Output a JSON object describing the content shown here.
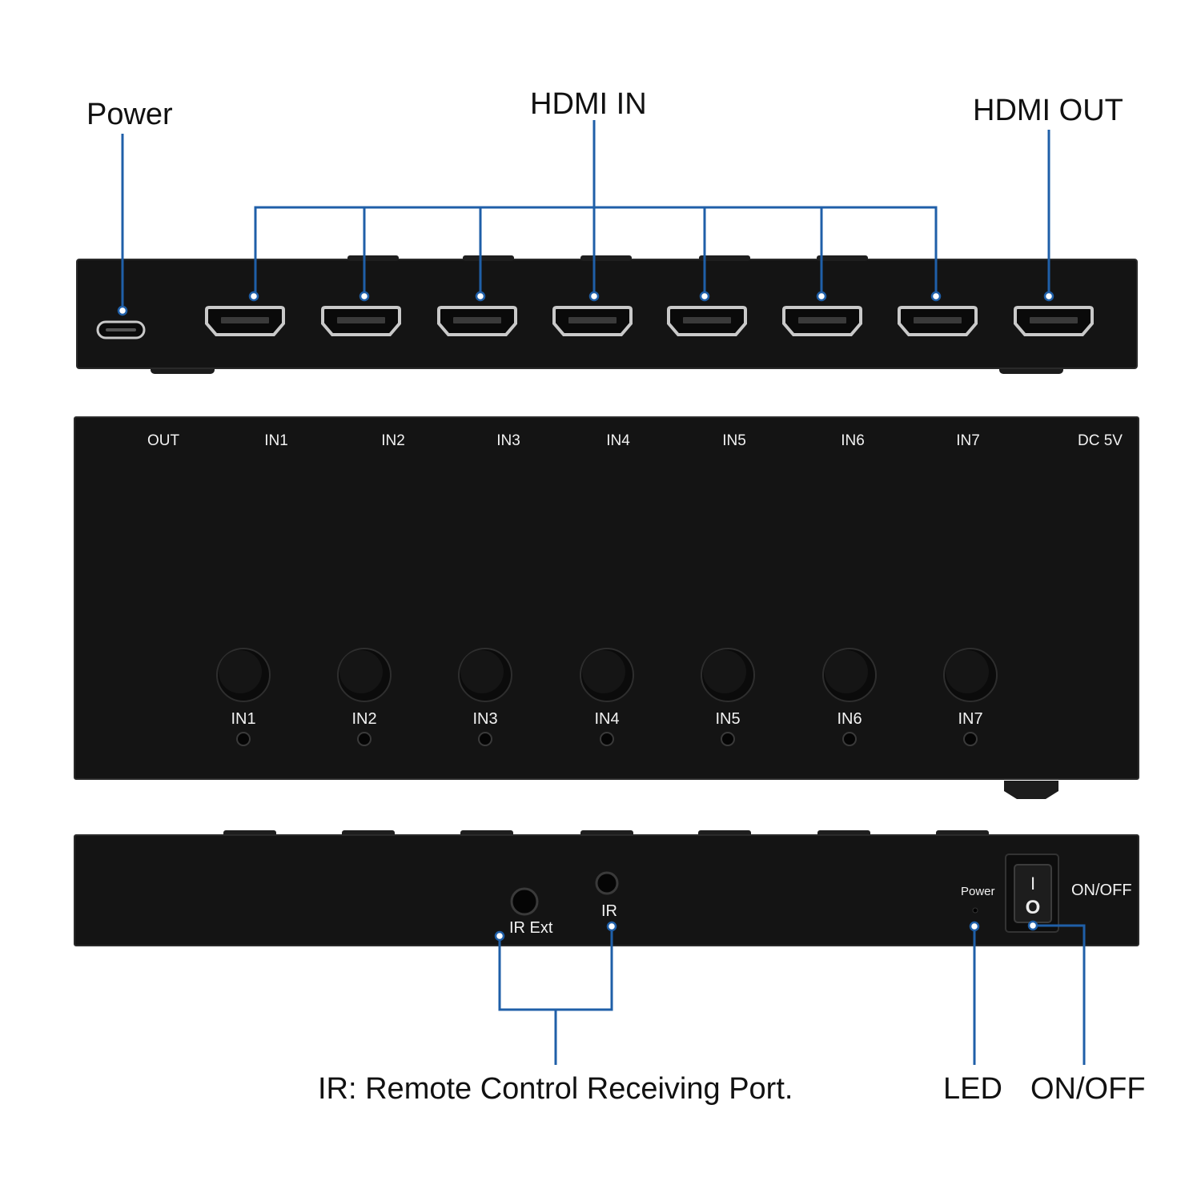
{
  "callouts": {
    "power": "Power",
    "hdmi_in": "HDMI IN",
    "hdmi_out": "HDMI OUT",
    "ir_desc": "IR: Remote Control Receiving Port.",
    "led": "LED",
    "on_off": "ON/OFF"
  },
  "top_panel": {
    "ports": [
      "OUT",
      "IN1",
      "IN2",
      "IN3",
      "IN4",
      "IN5",
      "IN6",
      "IN7",
      "DC 5V"
    ]
  },
  "front_panel": {
    "buttons": [
      "IN1",
      "IN2",
      "IN3",
      "IN4",
      "IN5",
      "IN6",
      "IN7"
    ]
  },
  "side_panel": {
    "ir_ext": "IR Ext",
    "ir": "IR",
    "power_led": "Power",
    "switch_on": "I",
    "switch_off": "O",
    "switch_label": "ON/OFF"
  },
  "colors": {
    "device": "#141414",
    "device_edge": "#2a2a2a",
    "callout_line": "#1f5fa8",
    "port_silver": "#c9c9c9"
  }
}
